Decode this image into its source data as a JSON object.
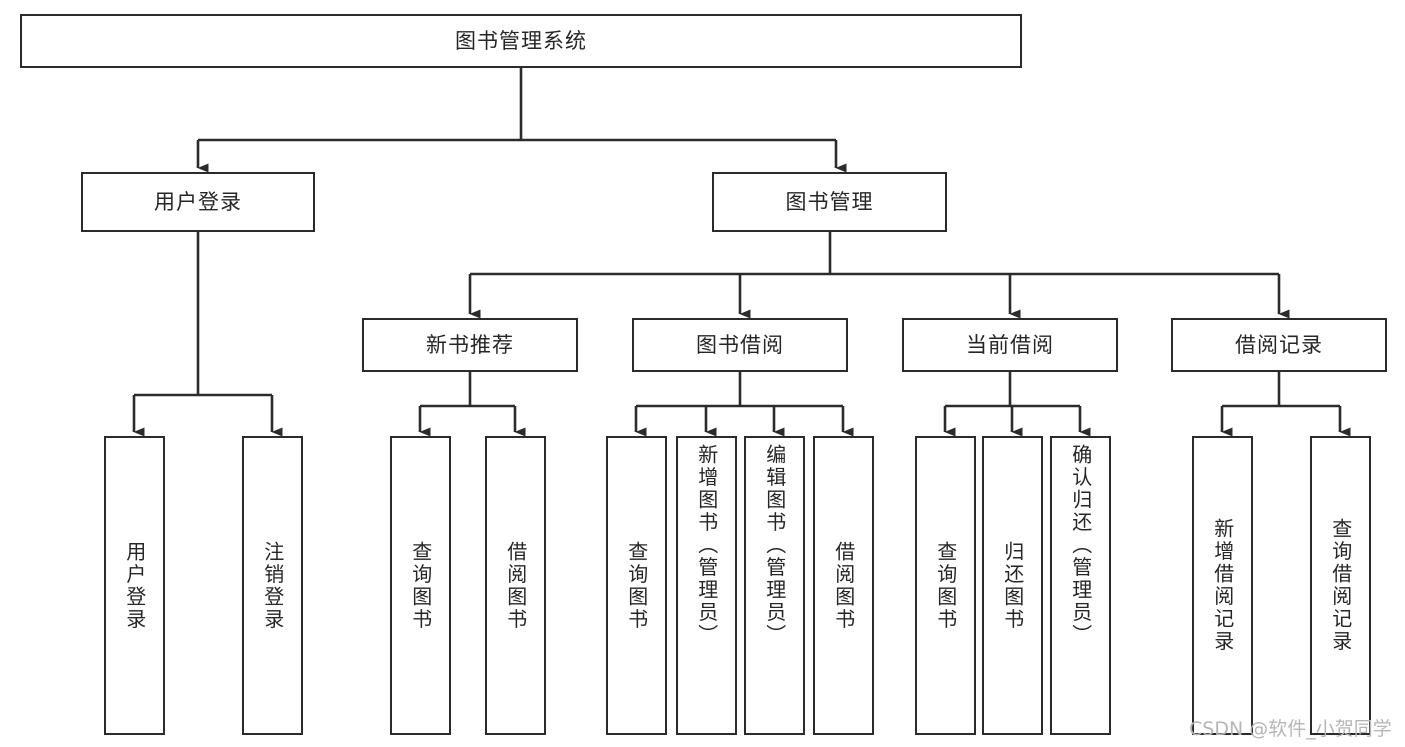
{
  "diagram": {
    "title": "图书管理系统",
    "type": "tree-structure-chart",
    "levels": 4,
    "root": {
      "label": "图书管理系统"
    },
    "level2": [
      {
        "label": "用户登录"
      },
      {
        "label": "图书管理"
      }
    ],
    "level3": [
      {
        "label": "新书推荐"
      },
      {
        "label": "图书借阅"
      },
      {
        "label": "当前借阅"
      },
      {
        "label": "借阅记录"
      }
    ],
    "leaves": {
      "user_login": [
        {
          "label": "用户登录"
        },
        {
          "label": "注销登录"
        }
      ],
      "new_book_recommend": [
        {
          "label": "查询图书"
        },
        {
          "label": "借阅图书"
        }
      ],
      "book_borrow": [
        {
          "label": "查询图书"
        },
        {
          "label": "新增图书（管理员）"
        },
        {
          "label": "编辑图书（管理员）"
        },
        {
          "label": "借阅图书"
        }
      ],
      "current_borrow": [
        {
          "label": "查询图书"
        },
        {
          "label": "归还图书"
        },
        {
          "label": "确认归还（管理员）"
        }
      ],
      "borrow_records": [
        {
          "label": "新增借阅记录"
        },
        {
          "label": "查询借阅记录"
        }
      ]
    }
  },
  "watermark": {
    "text": "CSDN @软件_小贺同学"
  },
  "colors": {
    "box_border": "#2b2b2b",
    "connector": "#2b2b2b",
    "text": "#262626",
    "background": "#ffffff",
    "watermark": "#b6b6b6"
  }
}
